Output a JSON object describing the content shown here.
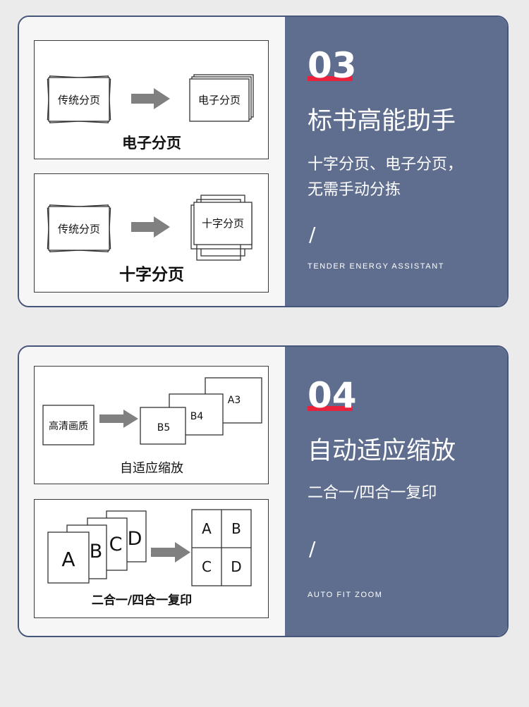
{
  "features": [
    {
      "number": "03",
      "title": "标书高能助手",
      "desc_lines": [
        "十字分页、电子分页，",
        "无需手动分拣"
      ],
      "slash": "/",
      "en_label": "TENDER ENERGY ASSISTANT",
      "diagrams": [
        {
          "source": "传统分页",
          "target": "电子分页",
          "caption": "电子分页"
        },
        {
          "source": "传统分页",
          "target": "十字分页",
          "caption": "十字分页"
        }
      ]
    },
    {
      "number": "04",
      "title": "自动适应缩放",
      "desc_lines": [
        "二合一/四合一复印"
      ],
      "slash": "/",
      "en_label": "AUTO FIT ZOOM",
      "diagrams": [
        {
          "source": "高清画质",
          "pages": [
            "B5",
            "B4",
            "A3"
          ],
          "caption": "自适应缩放"
        },
        {
          "sheets": [
            "A",
            "B",
            "C",
            "D"
          ],
          "grid": [
            "A",
            "B",
            "C",
            "D"
          ],
          "caption": "二合一/四合一复印"
        }
      ]
    }
  ],
  "colors": {
    "card_border": "#46557a",
    "right_panel": "#5f6e8f",
    "accent": "#e8223a",
    "arrow": "#808080"
  }
}
